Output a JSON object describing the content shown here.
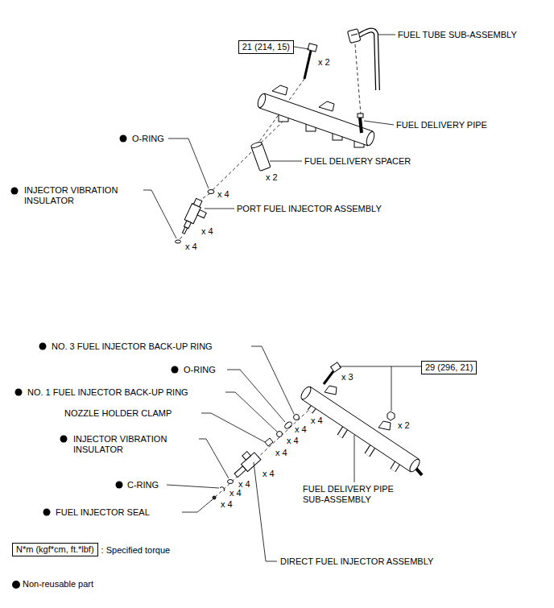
{
  "diagram": {
    "nodes": [
      {
        "text": [
          "21 (214, 15)"
        ]
      },
      {
        "text": [
          "29 (296, 21)"
        ]
      },
      {
        "text": [
          "N*m (kgf*cm, ft.*lbf)"
        ]
      }
    ],
    "labels": [
      "FUEL TUBE SUB-ASSEMBLY",
      "x 2",
      "FUEL DELIVERY PIPE",
      "O-RING",
      "FUEL DELIVERY SPACER",
      "x 2",
      "INJECTOR VIBRATION INSULATOR",
      "x 4",
      "PORT FUEL INJECTOR ASSEMBLY",
      "x 4",
      "x 4",
      "NO. 3 FUEL INJECTOR BACK-UP RING",
      "O-RING",
      "x 3",
      "NO. 1 FUEL INJECTOR BACK-UP RING",
      "NOZZLE HOLDER CLAMP",
      "x 4",
      "x 2",
      "x 4",
      "x 4",
      "INJECTOR VIBRATION INSULATOR",
      "x 4",
      "x 4",
      "x 4",
      "C-RING",
      "FUEL DELIVERY PIPE SUB-ASSEMBLY",
      "x 4",
      "x 4",
      "FUEL INJECTOR SEAL",
      "DIRECT FUEL INJECTOR ASSEMBLY",
      ": Specified torque"
    ],
    "legend": [
      {
        "text": "Non-reusable part"
      }
    ]
  }
}
